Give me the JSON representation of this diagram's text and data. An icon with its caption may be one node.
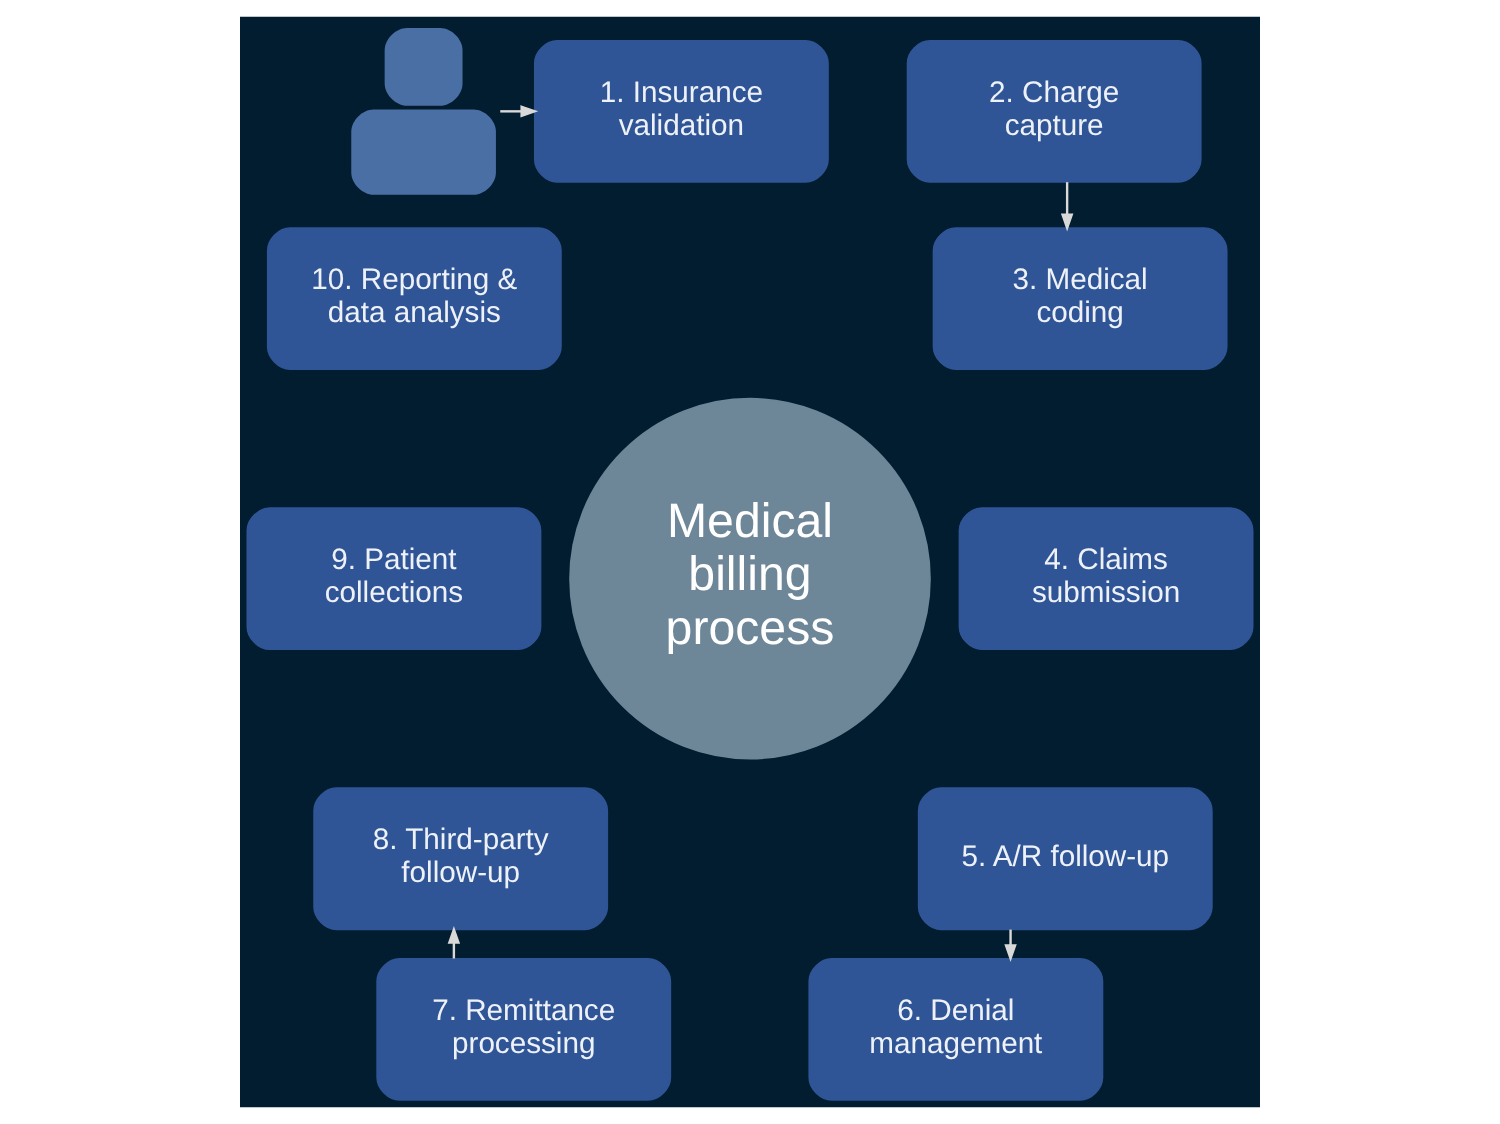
{
  "diagram": {
    "nodes": [
      {
        "text": [],
        "shape": "person"
      },
      {
        "text": [
          "1. Insurance validation"
        ]
      },
      {
        "text": [
          "2. Charge capture"
        ]
      },
      {
        "text": [
          "3. Medical coding"
        ]
      },
      {
        "text": [
          "4. Claims submission"
        ]
      },
      {
        "text": [
          "5. A/R follow-up"
        ]
      },
      {
        "text": [
          "6. Denial management"
        ]
      },
      {
        "text": [
          "7. Remittance processing"
        ]
      },
      {
        "text": [
          "8. Third-party follow-up"
        ]
      },
      {
        "text": [
          "9. Patient collections"
        ]
      },
      {
        "text": [
          "10. Reporting & data analysis"
        ]
      },
      {
        "text": [
          "Medical billing process"
        ]
      }
    ],
    "edges": [
      {
        "from": 0,
        "to": 1,
        "arrow": "to"
      },
      {
        "from": 2,
        "to": 3,
        "arrow": "to"
      },
      {
        "from": 5,
        "to": 6,
        "arrow": "to"
      },
      {
        "from": 7,
        "to": 8,
        "arrow": "to"
      }
    ]
  }
}
